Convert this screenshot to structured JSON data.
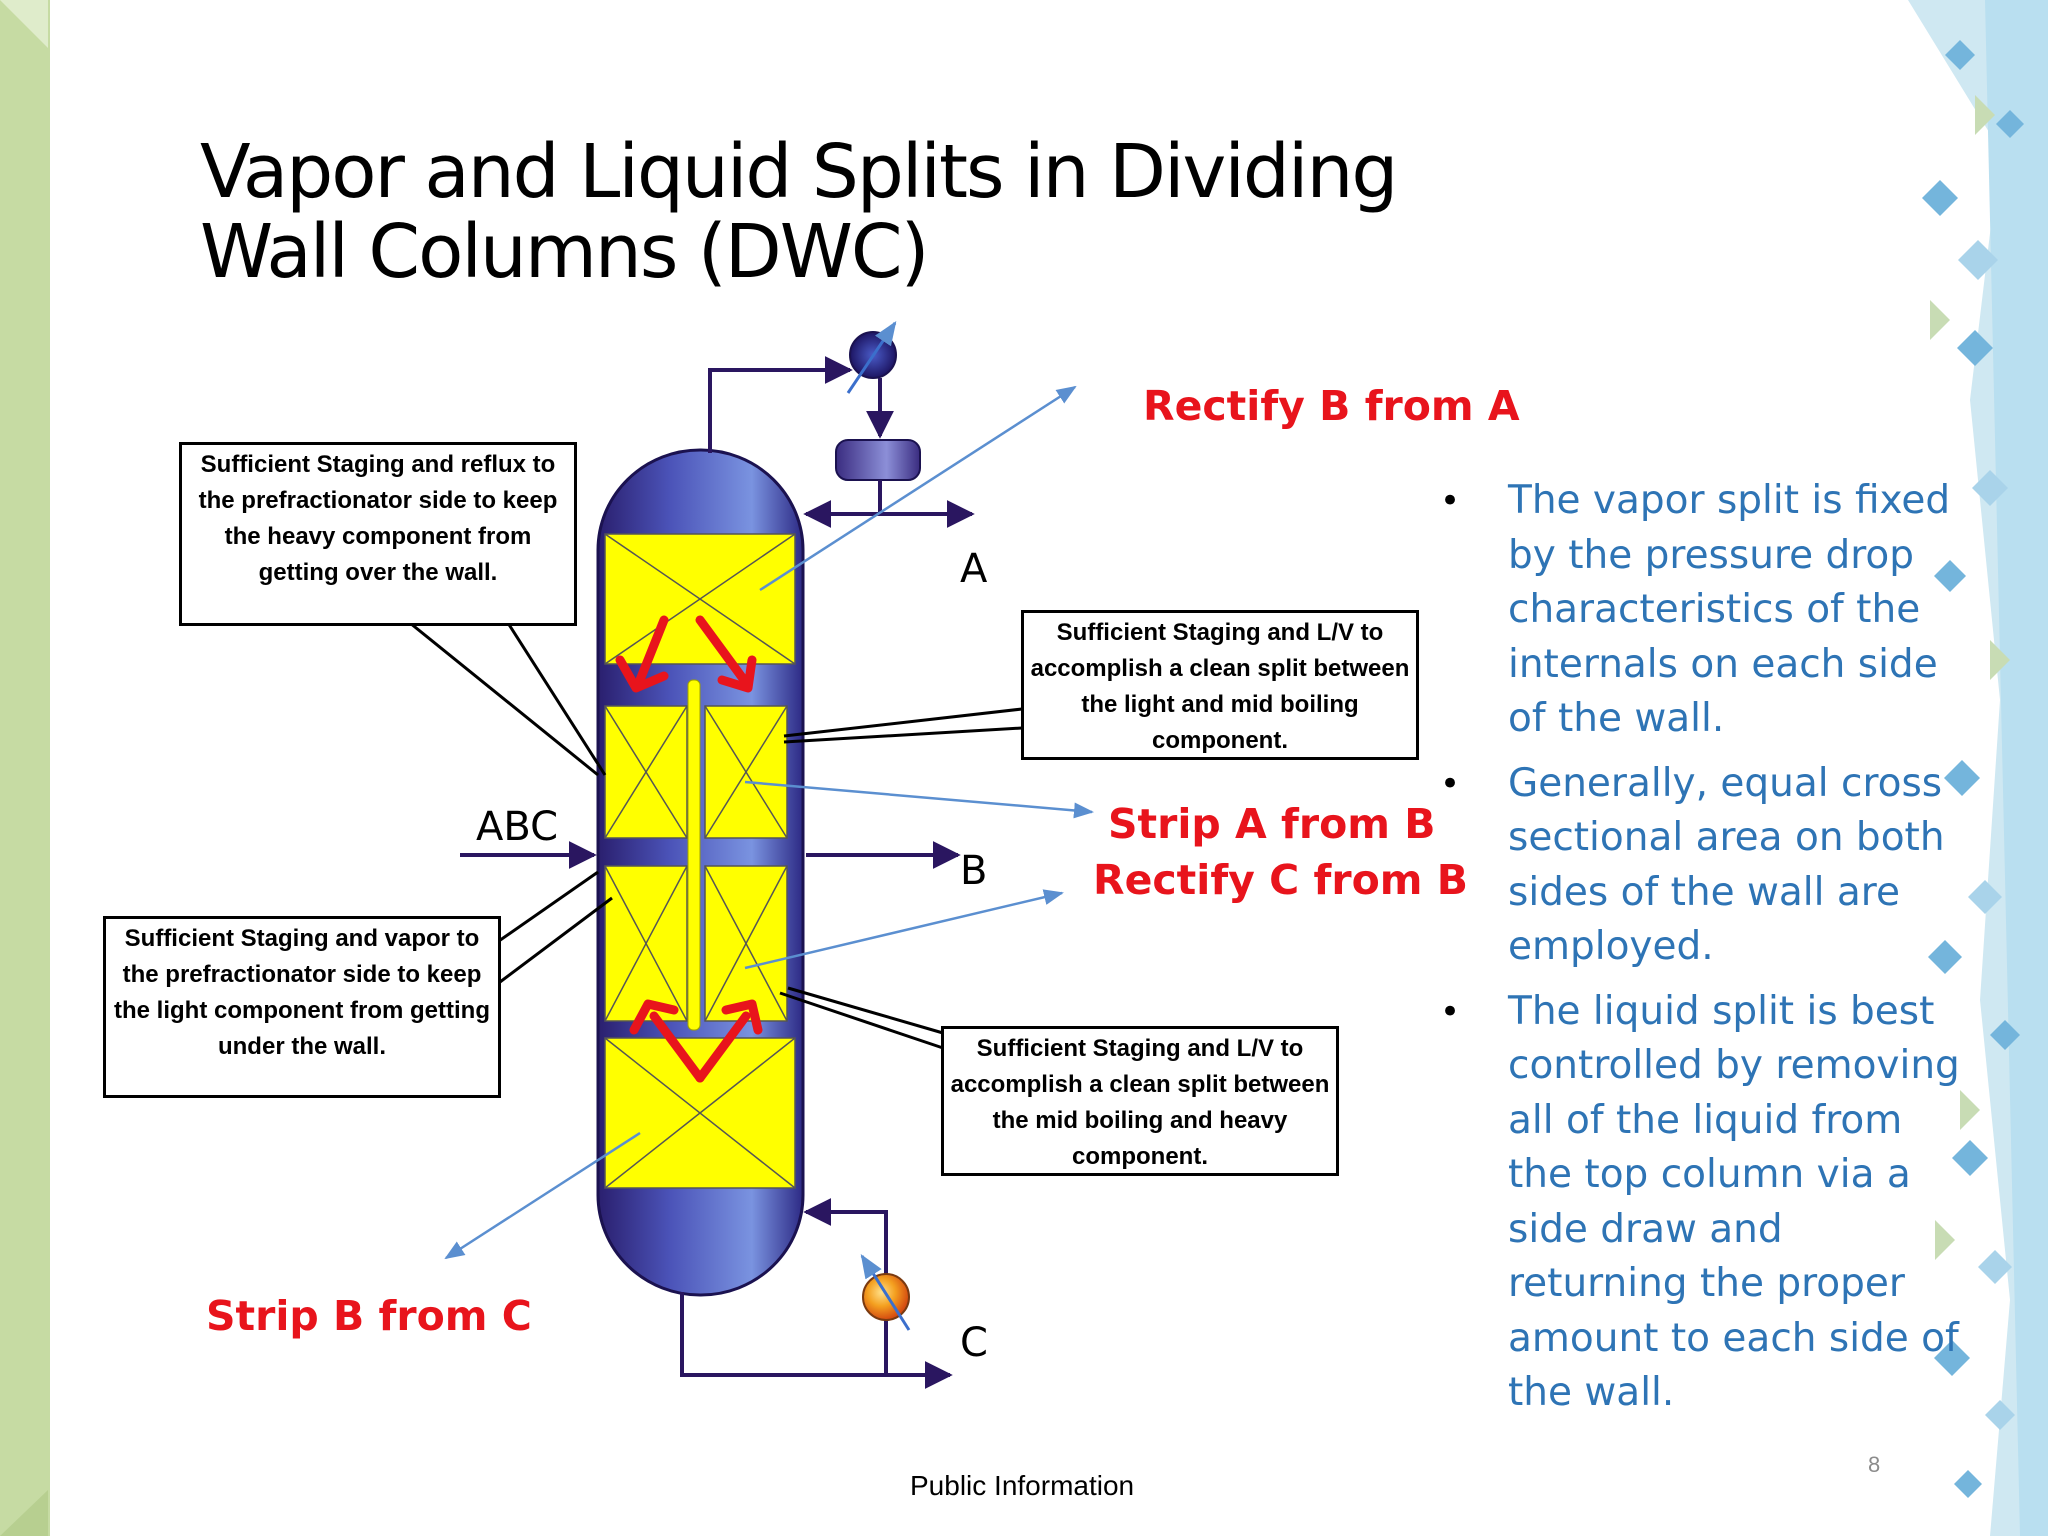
{
  "slide": {
    "title": "Vapor and Liquid Splits in Dividing Wall Columns (DWC)",
    "footer": "Public Information",
    "page_number": "8"
  },
  "diagram": {
    "streams": {
      "feed": "ABC",
      "top": "A",
      "side": "B",
      "bottom": "C"
    },
    "red_labels": {
      "top": "Rectify B from A",
      "mid_1": "Strip A from B",
      "mid_2": "Rectify C from B",
      "bottom": "Strip B from C"
    },
    "callouts": {
      "top_left": "Sufficient Staging and reflux to the prefractionator side to keep the heavy component from getting over the wall.",
      "mid_left": "Sufficient Staging and vapor to the prefractionator side to keep the light component from getting under the wall.",
      "top_right": "Sufficient Staging and L/V to accomplish a clean split between the light and mid boiling component.",
      "bottom_right": "Sufficient Staging and L/V to accomplish a clean split between the mid boiling and heavy component."
    },
    "colors": {
      "column_dark": "#2a1f6e",
      "column_light": "#6a7fd6",
      "packing": "#ffff00",
      "arrow_red": "#e8141c",
      "pipe": "#2a1660",
      "pointer_blue": "#5b8fd0"
    }
  },
  "bullets": [
    "The vapor split is fixed by the pressure drop characteristics of the internals on each side of the wall.",
    "Generally, equal cross sectional area on both sides of the wall are employed.",
    "The liquid split is best controlled by removing all of the liquid from the top column via a side draw and returning the proper amount to each side of the wall."
  ]
}
